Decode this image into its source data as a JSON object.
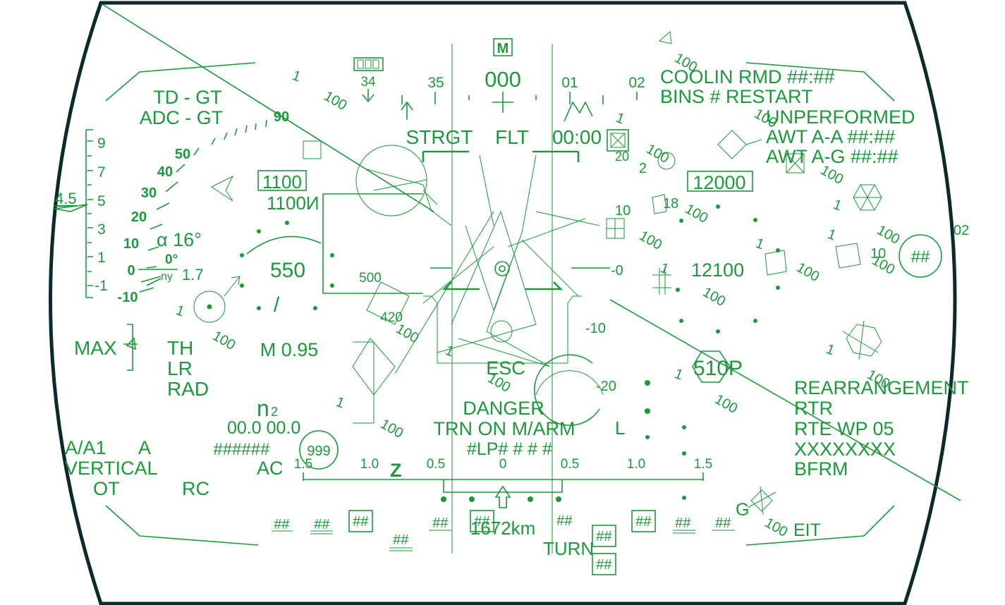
{
  "frame": {
    "border_color": "#0b2a2e",
    "symbol_color": "#1a9a3a"
  },
  "heading": {
    "mode_box": "M",
    "value": "000",
    "ticks": [
      "35",
      "01",
      "02"
    ],
    "box_tick": "34",
    "row": {
      "left": "STRGT",
      "mid": "FLT",
      "right": "00:00"
    }
  },
  "top_left": {
    "line1": "TD - GT",
    "line2": "ADC - GT"
  },
  "top_right": {
    "lines": [
      "COOLIN RMD ##:##",
      "BINS # RESTART",
      "UNPERFORMED",
      "AWT A-A ##:##",
      "AWT A-G ##:##"
    ]
  },
  "left_scale": {
    "labels": [
      "9",
      "7",
      "5",
      "3",
      "1",
      "-1"
    ],
    "pointer": "4.5"
  },
  "pitch_scale": {
    "labels": [
      "90",
      "50",
      "40",
      "30",
      "20",
      "10",
      "0",
      "-10"
    ],
    "alpha": "α 16°",
    "zero_deg": "0°",
    "ny_label": "ny",
    "ny_value": "1.7"
  },
  "alt_boxes": {
    "box1": "1100",
    "sub1": "1100И",
    "box2": "12000",
    "sub2": "12100"
  },
  "speed": {
    "value": "550",
    "slash": "/",
    "mach": "M 0.95",
    "box500": "500",
    "box420": "420"
  },
  "left_status": {
    "max": "MAX",
    "th": "TH",
    "lr": "LR",
    "rad": "RAD"
  },
  "n2": {
    "label": "n",
    "sub": "2",
    "values": "00.0 00.0"
  },
  "bottom_left": {
    "line1": "A/A1",
    "line1b": "A",
    "line2": "VERTICAL",
    "line3": "OT",
    "line3b": "RC",
    "hashes": "######",
    "ac": "AC",
    "circle": "999"
  },
  "center": {
    "esc": "ESC",
    "danger": "DANGER",
    "trn": "TRN ON M/ARM",
    "lp": "#LP#  #  #  #",
    "l": "L",
    "dist": "1672km",
    "turn": "TURN",
    "z": "Z",
    "marks": [
      "-0",
      "-10",
      "-20"
    ]
  },
  "scale": {
    "labels": [
      "1.5",
      "1.0",
      "0.5",
      "0",
      "0.5",
      "1.0",
      "1.5"
    ]
  },
  "right_block": {
    "lines": [
      "REARRANGEMENT",
      "RTR",
      "RTE  WP 05",
      "XXXXXXXX",
      "BFRM"
    ]
  },
  "target": {
    "code": "510P",
    "g": "G",
    "eit": "EIT",
    "circle": "##",
    "num02": "02"
  },
  "bottom_tags": [
    "##",
    "##",
    "##",
    "##",
    "##",
    "##",
    "##",
    "##",
    "##",
    "##",
    "##",
    "##"
  ],
  "scatter": {
    "n100": "100",
    "n1": "1",
    "n10": "10",
    "n18": "18",
    "n2": "2",
    "n20": "20"
  }
}
